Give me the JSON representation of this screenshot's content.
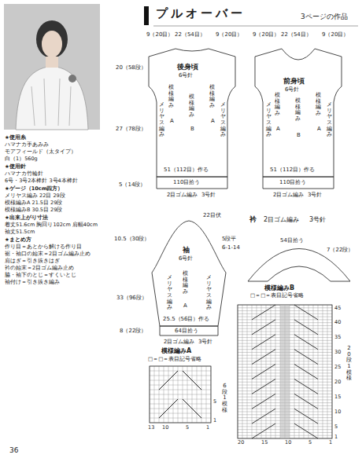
{
  "diagram": {
    "title": "プルオーバー",
    "nodes": [
      {
        "text": [
          "後身頃",
          "6号針"
        ]
      },
      {
        "text": [
          "前身頃",
          "6号針"
        ]
      },
      {
        "text": [
          "袖",
          "6号針"
        ]
      },
      {
        "text": [
          "衿",
          "2目ゴム編み",
          "3号針"
        ]
      },
      {
        "text": [
          "模様編みA",
          "□＝□＝表目記号省略"
        ]
      },
      {
        "text": [
          "模様編みB",
          "□＝□＝表目記号省略"
        ]
      }
    ],
    "labels": [
      "3ページの作品",
      "★使用糸",
      "ハマナカ手あみみ",
      "モアフィールド（太タイプ）",
      "白（1）560g",
      "★使用針",
      "ハマナカ竹輪針",
      "6号・3号2本棒針 3号4本棒針",
      "★ゲージ（10cm四方）",
      "メリヤス編み 22目 29段",
      "模様編みA 21.5目 29段",
      "模様編みB 30.5目 29段",
      "★出来上がり寸法",
      "着丈51.6cm 胸回り102cm 肩幅40cm",
      "袖丈51.5cm",
      "★まとめ方",
      "作り目＝あとから解ける作り目",
      "裾・袖口の始末＝2目ゴム編み止め",
      "肩はぎ＝引き抜きはぎ",
      "衿の始末＝2目ゴム編み止め",
      "脇・袖下のとじ＝すくいとじ",
      "袖付け＝引き抜き編み",
      "9（20目）",
      "22（54目）",
      "9（20目）",
      "20（58段）",
      "27（78段）",
      "5（14段）",
      "模様編み",
      "模様編み",
      "模様編み",
      "A",
      "B",
      "A",
      "メリヤス編み",
      "メリヤス編み",
      "51（112目）作る",
      "110目拾う",
      "2目ゴム編み",
      "3号針",
      "9（20目）",
      "22（54目）",
      "9（20目）",
      "模様編み",
      "模様編み",
      "模様編み",
      "A",
      "B",
      "A",
      "メリヤス編み",
      "メリヤス編み",
      "51（112目）作る",
      "110目拾う",
      "2目ゴム編み",
      "3号針",
      "22目伏",
      "10.5（30段）",
      "33（96段）",
      "8（22段）",
      "模様編み",
      "メリヤス編み",
      "メリヤス編み",
      "A",
      "25.5（56目）作る",
      "64目拾う",
      "2目ゴム編み",
      "3号針",
      "5段平",
      "6-1-14",
      "54目拾う",
      "7（22段）",
      "1",
      "5",
      "6段1模様",
      "13",
      "10",
      "5",
      "1",
      "45",
      "40",
      "35",
      "30",
      "25",
      "20",
      "15",
      "10",
      "5",
      "1",
      "20段1模様",
      "20",
      "15",
      "10",
      "5",
      "1",
      "36"
    ]
  }
}
